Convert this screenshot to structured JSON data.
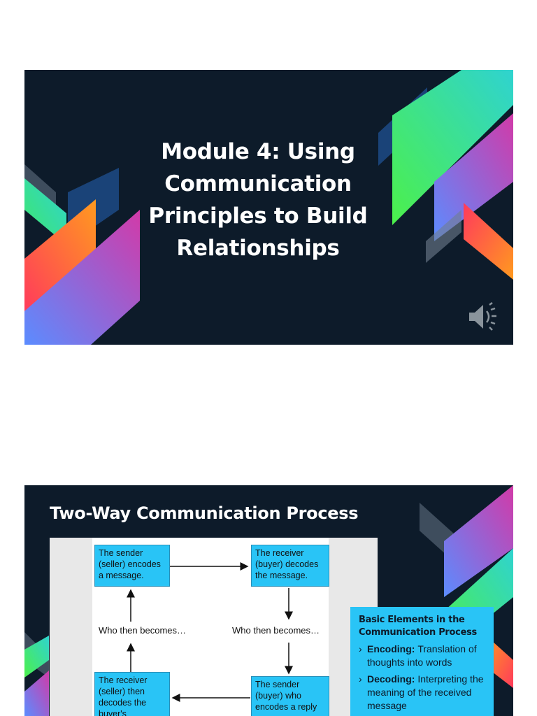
{
  "slide1": {
    "title": "Module 4: Using Communication Principles to Build Relationships",
    "audio_icon": "speaker-audio-icon"
  },
  "slide2": {
    "title": "Two-Way Communication Process",
    "diagram": {
      "box_top_left": "The sender (seller) encodes a message.",
      "box_top_right": "The receiver (buyer) decodes the message.",
      "label_left": "Who then becomes…",
      "label_right": "Who then becomes…",
      "box_bottom_left": "The receiver (seller) then decodes the buyer's",
      "box_bottom_right": "The sender (buyer) who encodes a reply message"
    },
    "info": {
      "heading": "Basic Elements in the Communication Process",
      "items": [
        {
          "term": "Encoding:",
          "text": "Translation of thoughts into words"
        },
        {
          "term": "Decoding:",
          "text": "Interpreting the meaning of the received message"
        }
      ]
    }
  },
  "colors": {
    "slide_bg": "#0d1b2a",
    "accent_cyan": "#29c4f6",
    "gradient_green": "#4cf04a",
    "gradient_magenta": "#c93bb4",
    "gradient_orange": "#ff9a1f",
    "gradient_red": "#ff3a5c"
  }
}
